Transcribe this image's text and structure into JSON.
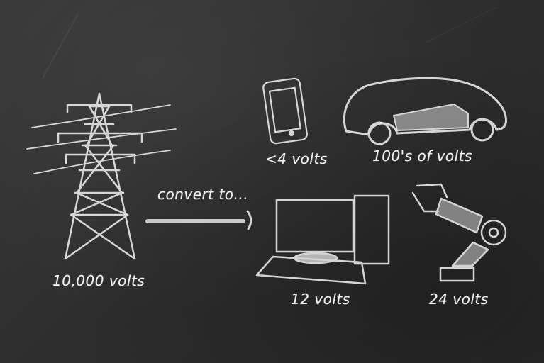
{
  "diagram": {
    "source": {
      "icon": "power-tower-icon",
      "label": "10,000 volts"
    },
    "arrow": {
      "label": "convert to..."
    },
    "targets": [
      {
        "icon": "smartphone-icon",
        "label": "<4 volts"
      },
      {
        "icon": "electric-car-icon",
        "label": "100's of volts"
      },
      {
        "icon": "desktop-computer-icon",
        "label": "12 volts"
      },
      {
        "icon": "robot-arm-icon",
        "label": "24 volts"
      }
    ]
  },
  "colors": {
    "background": "#2e2e2e",
    "chalk": "#e8e8e8"
  }
}
